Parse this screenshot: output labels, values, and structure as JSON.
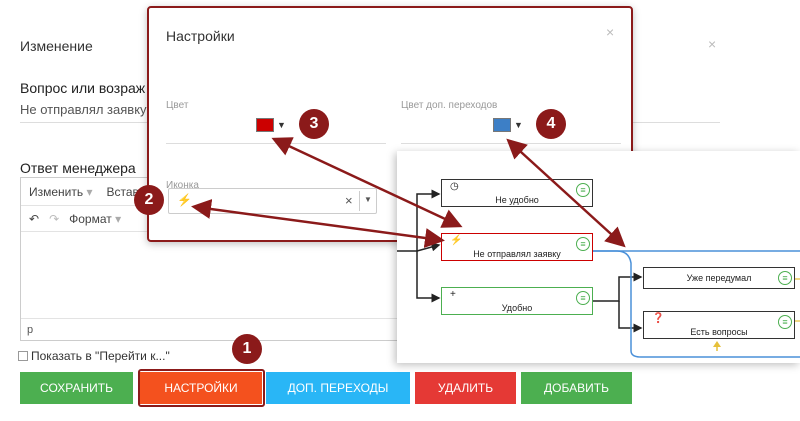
{
  "panel": {
    "title": "Изменение",
    "close": "×",
    "question_label": "Вопрос или возраж",
    "question_value": "Не отправлял заявку",
    "answer_label": "Ответ менеджера",
    "editor": {
      "menu_edit": "Изменить",
      "menu_insert": "Вставить",
      "format_label": "Формат",
      "status_path": "p"
    },
    "checkbox_label": "Показать в \"Перейти к...\""
  },
  "buttons": {
    "save": "СОХРАНИТЬ",
    "settings": "НАСТРОЙКИ",
    "transitions": "ДОП. ПЕРЕХОДЫ",
    "delete": "УДАЛИТЬ",
    "add": "ДОБАВИТЬ"
  },
  "modal": {
    "title": "Настройки",
    "close": "×",
    "color_label": "Цвет",
    "extra_color_label": "Цвет доп. переходов",
    "icon_label": "Иконка",
    "icon_value": "⚡",
    "icon_clear": "×",
    "color_value": "#cc0000",
    "extra_color_value": "#3d7fc6"
  },
  "badges": [
    "1",
    "2",
    "3",
    "4"
  ],
  "flow": {
    "nodes": {
      "n1": {
        "label": "Не удобно",
        "icon": "clock-icon"
      },
      "n2": {
        "label": "Не отправлял заявку",
        "icon": "bolt-icon"
      },
      "n3": {
        "label": "Удобно",
        "icon": "plus-icon"
      },
      "n4": {
        "label": "Уже передумал",
        "icon": ""
      },
      "n5": {
        "label": "Есть вопросы",
        "icon": "question-icon"
      }
    }
  },
  "colors": {
    "annotation": "#8b1a1a",
    "save": "#4caf50",
    "settings": "#f4511e",
    "transitions": "#29b6f6",
    "delete": "#e53935",
    "add": "#4caf50"
  }
}
